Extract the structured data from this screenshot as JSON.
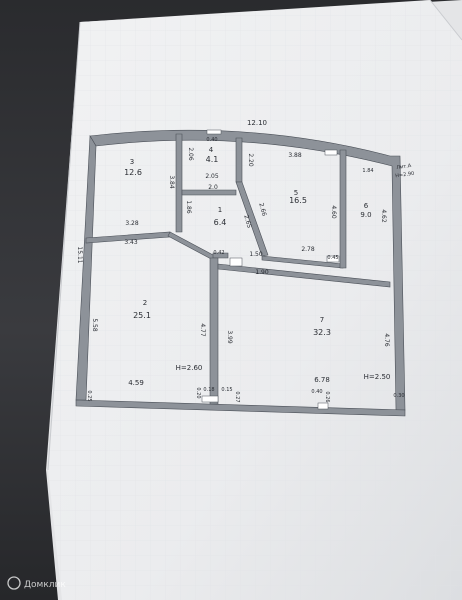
{
  "plan": {
    "rooms": [
      {
        "number": "1",
        "area": "6.4"
      },
      {
        "number": "2",
        "area": "25.1"
      },
      {
        "number": "3",
        "area": "12.6"
      },
      {
        "number": "4",
        "area": "4.1"
      },
      {
        "number": "5",
        "area": "16.5"
      },
      {
        "number": "6",
        "area": "9.0"
      },
      {
        "number": "7",
        "area": "32.3"
      }
    ],
    "dimensions": [
      "12.10",
      "0.40",
      "3.88",
      "1.84",
      "2.06",
      "2.05",
      "2.0",
      "2.20",
      "3.84",
      "1.86",
      "2.65",
      "2.66",
      "4.60",
      "4.62",
      "3.28",
      "3.43",
      "1.50",
      "0.42",
      "2.78",
      "0.45",
      "1.90",
      "5.58",
      "4.77",
      "3.99",
      "4.76",
      "4.59",
      "6.78",
      "0.20",
      "0.18",
      "0.15",
      "0.27",
      "0.40",
      "0.26",
      "0.30",
      "0.25",
      "15.11"
    ],
    "heights": [
      "H=2.60",
      "H=2.50"
    ],
    "letter_label": "Лит.А",
    "letter_height": "H=2.90"
  },
  "watermark": {
    "text": "Домклик"
  }
}
